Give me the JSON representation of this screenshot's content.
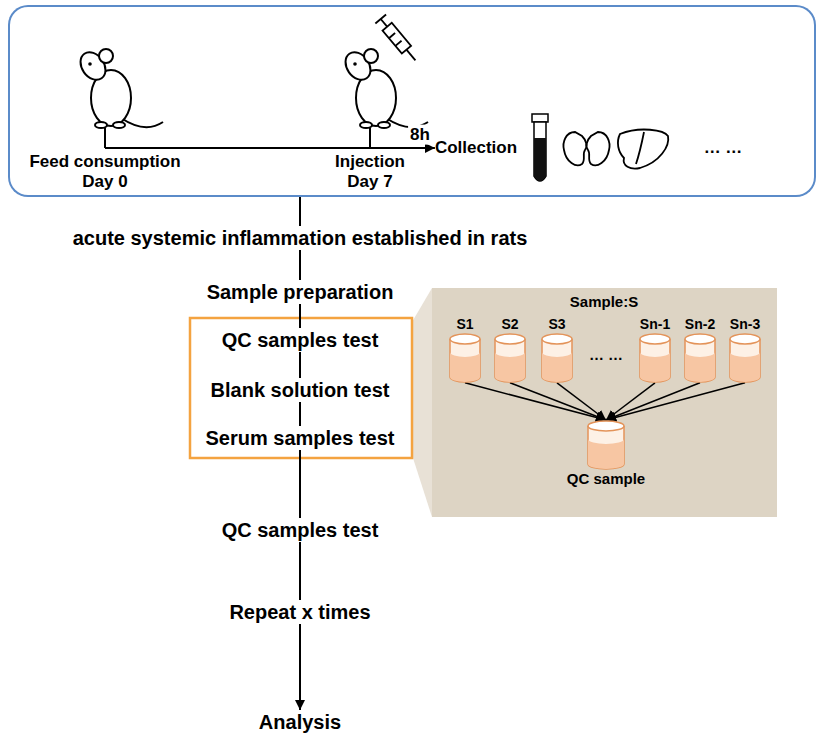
{
  "diagram": {
    "nodes": [
      {
        "text": [
          "… …"
        ]
      },
      {
        "text": [
          "Feed consumption",
          "Day 0"
        ],
        "in": 0
      },
      {
        "text": [
          "Injection",
          "Day 7"
        ],
        "in": 0
      },
      {
        "text": [
          "Collection"
        ],
        "in": 0
      },
      {
        "text": [
          "acute systemic inflammation established in rats"
        ]
      },
      {
        "text": [
          "Sample preparation"
        ]
      },
      {
        "text": [
          "QC samples test"
        ]
      },
      {
        "text": [
          "Blank solution test"
        ]
      },
      {
        "text": [
          "Serum samples test"
        ]
      },
      {
        "text": [
          "Sample:S",
          "… …"
        ]
      },
      {
        "text": [
          "S1"
        ],
        "in": 9
      },
      {
        "text": [
          "S2"
        ],
        "in": 9
      },
      {
        "text": [
          "S3"
        ],
        "in": 9
      },
      {
        "text": [
          "Sn-1"
        ],
        "in": 9
      },
      {
        "text": [
          "Sn-2"
        ],
        "in": 9
      },
      {
        "text": [
          "Sn-3"
        ],
        "in": 9
      },
      {
        "text": [
          "QC sample"
        ],
        "in": 9
      },
      {
        "text": [
          "QC samples test"
        ]
      },
      {
        "text": [
          "Repeat x times"
        ]
      },
      {
        "text": [
          "Analysis"
        ]
      }
    ],
    "edges": [
      {
        "from": 1,
        "to": 2,
        "arrow": "none"
      },
      {
        "from": 2,
        "to": 3,
        "label": "8h",
        "arrow": "to"
      },
      {
        "from": 0,
        "to": 4,
        "arrow": "none"
      },
      {
        "from": 4,
        "to": 5,
        "arrow": "none"
      },
      {
        "from": 5,
        "to": 6,
        "arrow": "none"
      },
      {
        "from": 6,
        "to": 7,
        "arrow": "none"
      },
      {
        "from": 7,
        "to": 8,
        "arrow": "none"
      },
      {
        "from": 8,
        "to": 17,
        "arrow": "none"
      },
      {
        "from": 17,
        "to": 18,
        "arrow": "none"
      },
      {
        "from": 18,
        "to": 19,
        "arrow": "to"
      },
      {
        "from": 10,
        "to": 16,
        "arrow": "to"
      },
      {
        "from": 11,
        "to": 16,
        "arrow": "to"
      },
      {
        "from": 12,
        "to": 16,
        "arrow": "to"
      },
      {
        "from": 13,
        "to": 16,
        "arrow": "to"
      },
      {
        "from": 14,
        "to": 16,
        "arrow": "to"
      },
      {
        "from": 15,
        "to": 16,
        "arrow": "to"
      }
    ]
  }
}
